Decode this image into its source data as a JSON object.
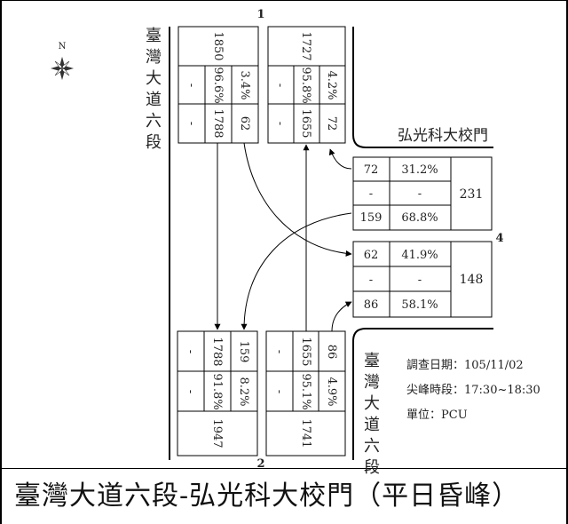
{
  "compass": {
    "label": "N"
  },
  "road_main": {
    "chars": [
      "臺",
      "灣",
      "大",
      "道",
      "六",
      "段"
    ]
  },
  "road_side_top": {
    "label": "弘光科大校門"
  },
  "node_labels": {
    "n1": "1",
    "n2": "2",
    "n4": "4"
  },
  "north_left": {
    "total": "1850",
    "pct_a": "-",
    "pct_b": "96.6%",
    "pct_c": "3.4%",
    "vol_a": "-",
    "vol_b": "1788",
    "vol_c": "62"
  },
  "north_right": {
    "total": "1727",
    "pct_a": "-",
    "pct_b": "95.8%",
    "pct_c": "4.2%",
    "vol_a": "-",
    "vol_b": "1655",
    "vol_c": "72"
  },
  "east_upper": {
    "total": "231",
    "rows": [
      [
        "72",
        "31.2%"
      ],
      [
        "-",
        "-"
      ],
      [
        "159",
        "68.8%"
      ]
    ]
  },
  "east_lower": {
    "total": "148",
    "rows": [
      [
        "62",
        "41.9%"
      ],
      [
        "-",
        "-"
      ],
      [
        "86",
        "58.1%"
      ]
    ]
  },
  "south_left": {
    "total": "1947",
    "vol_a": "-",
    "vol_b": "1788",
    "vol_c": "159",
    "pct_a": "-",
    "pct_b": "91.8%",
    "pct_c": "8.2%"
  },
  "south_right": {
    "total": "1741",
    "vol_a": "-",
    "vol_b": "1655",
    "vol_c": "86",
    "pct_a": "-",
    "pct_b": "95.1%",
    "pct_c": "4.9%"
  },
  "info": {
    "survey_date": "調查日期：105/11/02",
    "peak_period": "尖峰時段：17:30~18:30",
    "unit": "單位：PCU"
  },
  "caption": "臺灣大道六段-弘光科大校門（平日昏峰）"
}
